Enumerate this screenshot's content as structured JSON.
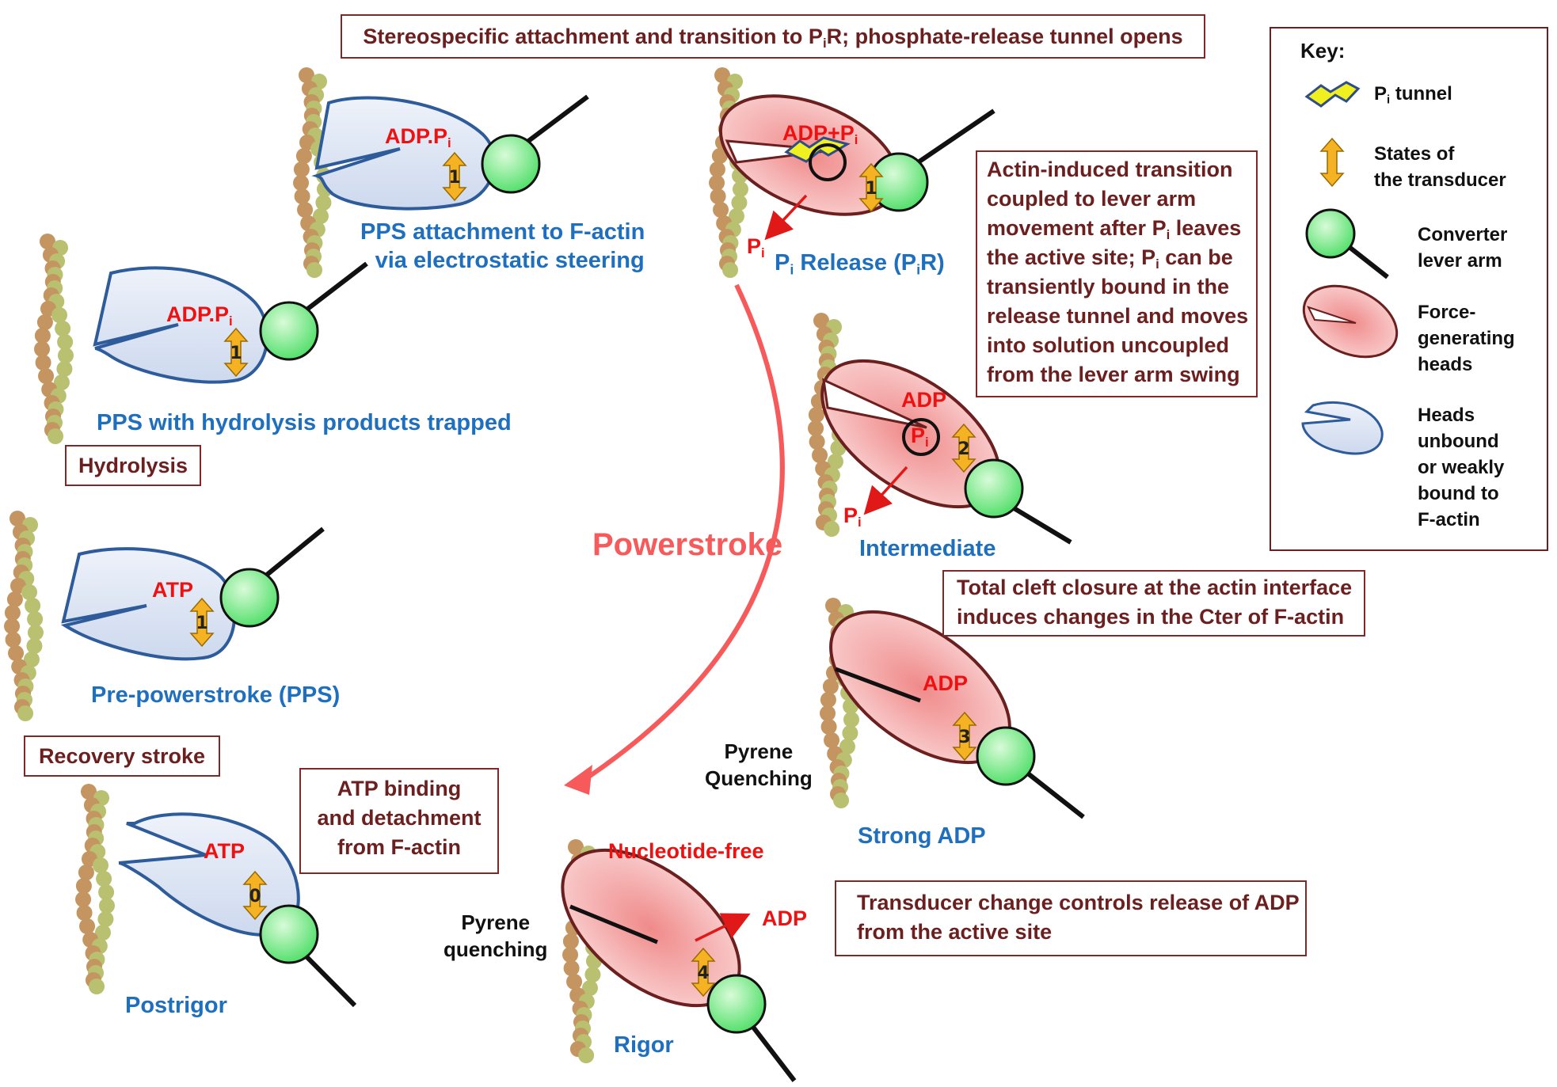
{
  "boxes": {
    "top_banner": {
      "pre": "Stereospecific attachment and transition to P",
      "sub": "i",
      "post": "R; phosphate-release tunnel opens"
    },
    "hydrolysis": "Hydrolysis",
    "recovery_stroke": "Recovery stroke",
    "atp_binding": [
      "ATP binding",
      "and detachment",
      "from F-actin"
    ],
    "actin_induced": {
      "l1": "Actin-induced transition",
      "l2": "coupled to lever arm",
      "l3_pre": "movement after P",
      "l3_sub": "i",
      "l3_post": " leaves",
      "l4_pre": "the active site; P",
      "l4_sub": "i",
      "l4_post": " can be",
      "l5": "transiently bound in the",
      "l6": "release tunnel and moves",
      "l7": "into solution uncoupled",
      "l8": "from the lever arm swing"
    },
    "cleft_closure": [
      "Total cleft closure at the actin interface",
      "induces changes in the Cter of F-actin"
    ],
    "transducer": [
      "Transducer change controls release of ADP",
      "from the active site"
    ]
  },
  "states": {
    "pps_attach": {
      "label_l1": "PPS attachment to F-actin",
      "label_l2": "via electrostatic steering",
      "nucleotide": "ADP.P",
      "nucleotide_sub": "i",
      "transducer": "1"
    },
    "pps_trapped": {
      "label": "PPS with hydrolysis products trapped",
      "nucleotide": "ADP.P",
      "nucleotide_sub": "i",
      "transducer": "1"
    },
    "pps": {
      "label": "Pre-powerstroke (PPS)",
      "nucleotide": "ATP",
      "transducer": "1"
    },
    "postrigor": {
      "label": "Postrigor",
      "nucleotide": "ATP",
      "transducer": "0"
    },
    "pir": {
      "label_pre": "P",
      "label_sub": "i",
      "label_mid": " Release (P",
      "label_sub2": "i",
      "label_post": "R)",
      "nucleotide": "ADP+P",
      "nucleotide_sub": "i",
      "released": "P",
      "released_sub": "i",
      "transducer": "1"
    },
    "intermediate": {
      "label": "Intermediate",
      "nucleotide": "ADP",
      "bound": "P",
      "bound_sub": "i",
      "released": "P",
      "released_sub": "i",
      "transducer": "2"
    },
    "strong_adp": {
      "label": "Strong ADP",
      "nucleotide": "ADP",
      "transducer": "3",
      "side_l1": "Pyrene",
      "side_l2": "Quenching"
    },
    "rigor": {
      "label": "Rigor",
      "top": "Nucleotide-free",
      "released": "ADP",
      "transducer": "4",
      "side_l1": "Pyrene",
      "side_l2": "quenching"
    }
  },
  "powerstroke": "Powerstroke",
  "key": {
    "title": "Key:",
    "tunnel_pre": "P",
    "tunnel_sub": "i",
    "tunnel_post": " tunnel",
    "states_l1": "States of",
    "states_l2": "the transducer",
    "converter_l1": "Converter",
    "converter_l2": "lever arm",
    "force_l1": "Force-",
    "force_l2": "generating",
    "force_l3": "heads",
    "unbound_l1": "Heads",
    "unbound_l2": "unbound",
    "unbound_l3": "or weakly",
    "unbound_l4": "bound to",
    "unbound_l5": "F-actin"
  },
  "colors": {
    "blue_head": "#dfe8f5",
    "pink_head": "#f6b8b8",
    "converter": "#7be88d",
    "transducer": "#f5b323",
    "label_blue": "#1f6fbf",
    "label_red": "#ee1111",
    "box_border": "#7b2a2a"
  }
}
